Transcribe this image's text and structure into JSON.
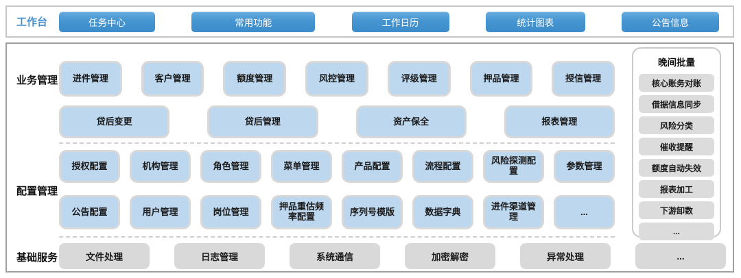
{
  "topbar": {
    "label": "工作台",
    "buttons": [
      "任务中心",
      "常用功能",
      "工作日历",
      "统计图表",
      "公告信息"
    ]
  },
  "business": {
    "label": "业务管理",
    "row1": [
      "进件管理",
      "客户管理",
      "额度管理",
      "风控管理",
      "评级管理",
      "押品管理",
      "授信管理"
    ],
    "row2": [
      "贷后变更",
      "贷后管理",
      "资产保全",
      "报表管理"
    ]
  },
  "config": {
    "label": "配置管理",
    "row1": [
      "授权配置",
      "机构管理",
      "角色管理",
      "菜单管理",
      "产品配置",
      "流程配置",
      "风险探测配置",
      "参数管理"
    ],
    "row2": [
      "公告配置",
      "用户管理",
      "岗位管理",
      "押品重估频率配置",
      "序列号模版",
      "数据字典",
      "进件渠道管理",
      "..."
    ]
  },
  "base": {
    "label": "基础服务",
    "items": [
      "文件处理",
      "日志管理",
      "系统通信",
      "加密解密",
      "异常处理",
      "..."
    ]
  },
  "night_batch": {
    "title": "晚间批量",
    "items": [
      "核心账务对账",
      "借据信息同步",
      "风险分类",
      "催收提醒",
      "额度自动失效",
      "报表加工",
      "下游卸数",
      "..."
    ]
  },
  "colors": {
    "button_blue": "#4595d1",
    "module_blue": "#bdd7ee",
    "module_gray": "#d9d9d9",
    "accent_text_blue": "#4a90ce",
    "panel_border": "#9f9f9f"
  }
}
